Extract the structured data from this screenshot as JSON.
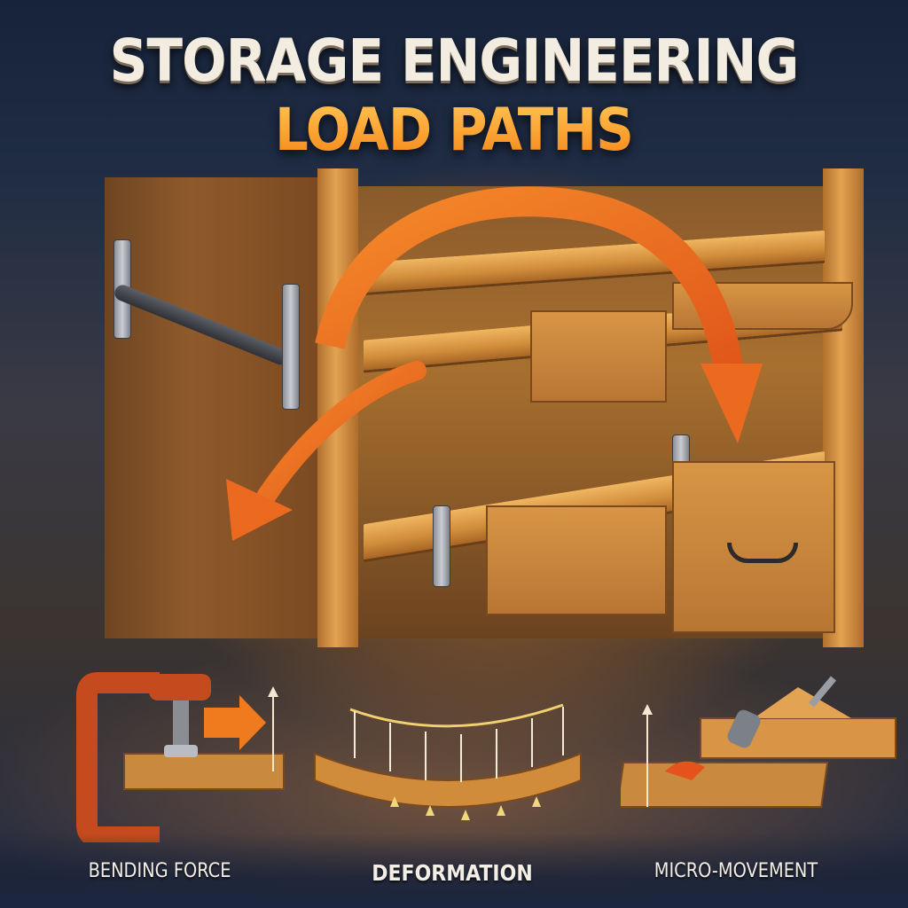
{
  "title": {
    "line1": "STORAGE ENGINEERING",
    "line2": "LOAD PATHS"
  },
  "colors": {
    "title_white": "#f3ece0",
    "title_orange": "#fca834",
    "arrow_orange": "#f0741e",
    "background_navy": "#1b2436",
    "wood": "#d08c3a"
  },
  "illustration": {
    "subject": "wooden cabinet with shelves and drawers, metal brackets and diagonal brace",
    "arrows": [
      {
        "name": "arch-load-arrow",
        "direction": "arches over top shelf, pointing down to right side"
      },
      {
        "name": "diagonal-load-arrow",
        "direction": "sweeps down-left to side panel"
      }
    ]
  },
  "panels": [
    {
      "label": "BENDING FORCE",
      "icon": "c-clamp-icon"
    },
    {
      "label": "DEFORMATION",
      "icon": "bending-beam-icon"
    },
    {
      "label": "MICRO-MOVEMENT",
      "icon": "shifting-joint-icon"
    }
  ]
}
